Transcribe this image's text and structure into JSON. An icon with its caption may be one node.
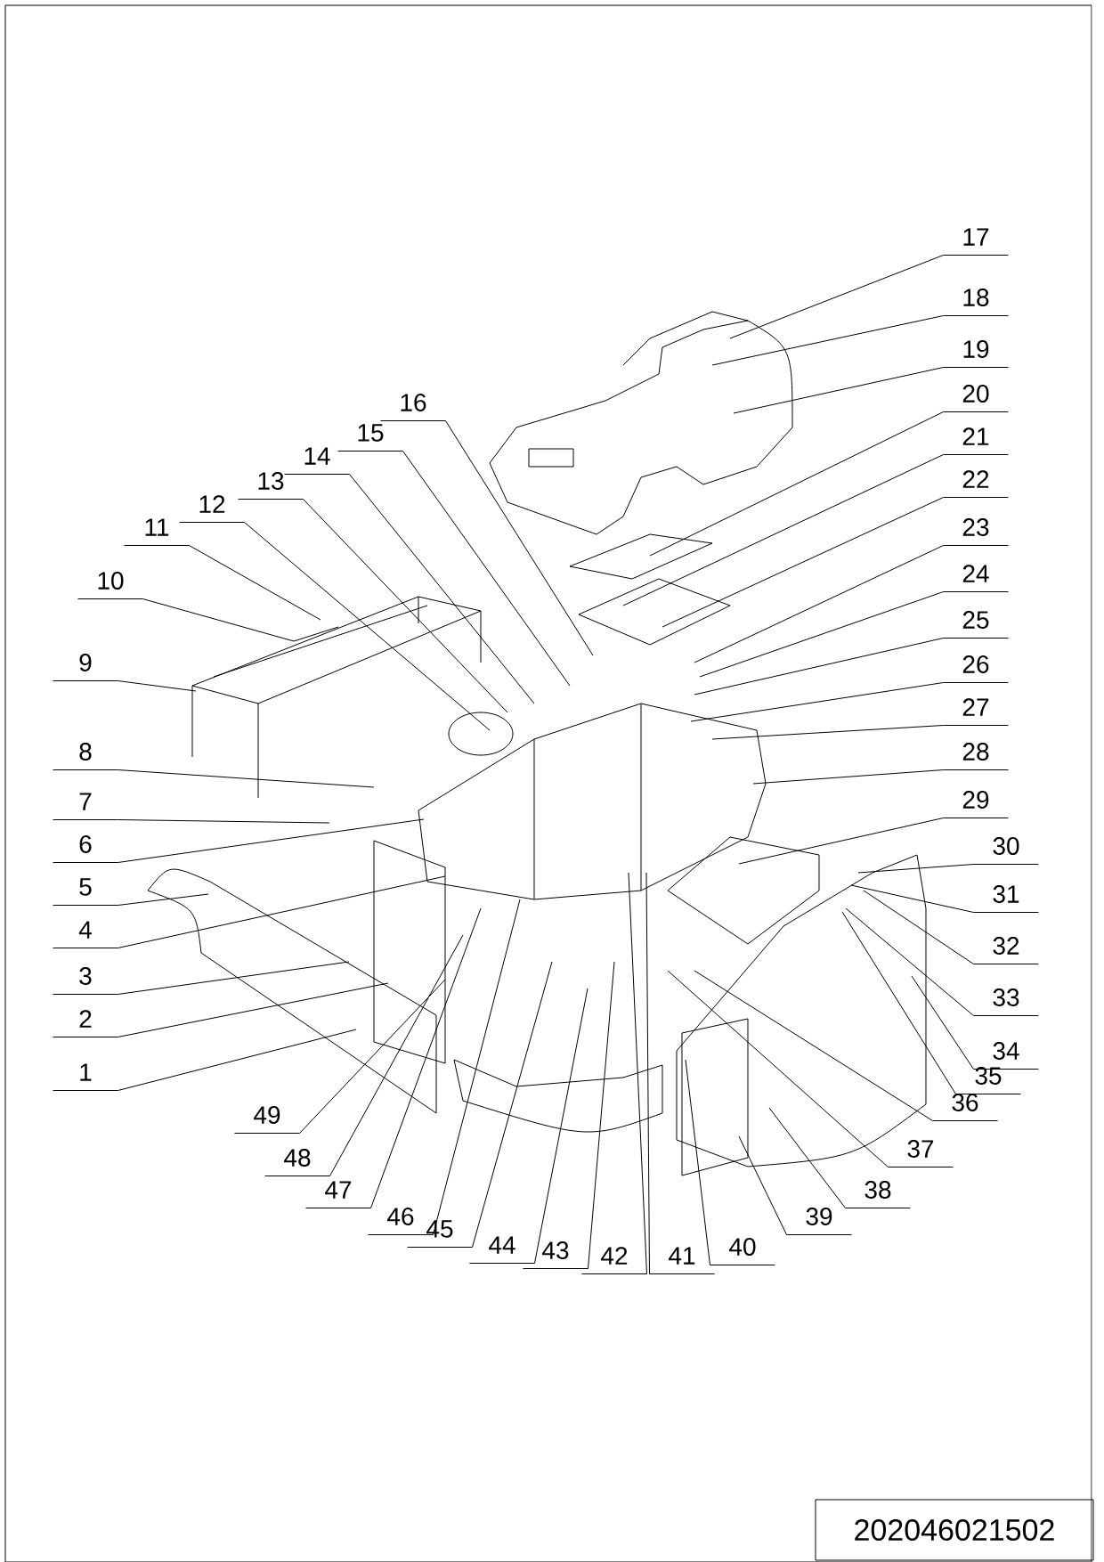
{
  "diagram": {
    "nodes": [
      {
        "text": [
          "1"
        ]
      },
      {
        "text": [
          "2"
        ]
      },
      {
        "text": [
          "3"
        ]
      },
      {
        "text": [
          "4"
        ]
      },
      {
        "text": [
          "5"
        ]
      },
      {
        "text": [
          "6"
        ]
      },
      {
        "text": [
          "7"
        ]
      },
      {
        "text": [
          "8"
        ]
      },
      {
        "text": [
          "9"
        ]
      },
      {
        "text": [
          "10"
        ]
      },
      {
        "text": [
          "11"
        ]
      },
      {
        "text": [
          "12"
        ]
      },
      {
        "text": [
          "13"
        ]
      },
      {
        "text": [
          "14"
        ]
      },
      {
        "text": [
          "15"
        ]
      },
      {
        "text": [
          "16"
        ]
      },
      {
        "text": [
          "17"
        ]
      },
      {
        "text": [
          "18"
        ]
      },
      {
        "text": [
          "19"
        ]
      },
      {
        "text": [
          "20"
        ]
      },
      {
        "text": [
          "21"
        ]
      },
      {
        "text": [
          "22"
        ]
      },
      {
        "text": [
          "23"
        ]
      },
      {
        "text": [
          "24"
        ]
      },
      {
        "text": [
          "25"
        ]
      },
      {
        "text": [
          "26"
        ]
      },
      {
        "text": [
          "27"
        ]
      },
      {
        "text": [
          "28"
        ]
      },
      {
        "text": [
          "29"
        ]
      },
      {
        "text": [
          "30"
        ]
      },
      {
        "text": [
          "31"
        ]
      },
      {
        "text": [
          "32"
        ]
      },
      {
        "text": [
          "33"
        ]
      },
      {
        "text": [
          "34"
        ]
      },
      {
        "text": [
          "35"
        ]
      },
      {
        "text": [
          "36"
        ]
      },
      {
        "text": [
          "37"
        ]
      },
      {
        "text": [
          "38"
        ]
      },
      {
        "text": [
          "39"
        ]
      },
      {
        "text": [
          "40"
        ]
      },
      {
        "text": [
          "41"
        ]
      },
      {
        "text": [
          "42"
        ]
      },
      {
        "text": [
          "43"
        ]
      },
      {
        "text": [
          "44"
        ]
      },
      {
        "text": [
          "45"
        ]
      },
      {
        "text": [
          "46"
        ]
      },
      {
        "text": [
          "47"
        ]
      },
      {
        "text": [
          "48"
        ]
      },
      {
        "text": [
          "49"
        ]
      }
    ],
    "edges": [
      {
        "from": 0,
        "to": null,
        "arrow": "none"
      },
      {
        "from": 1,
        "to": null,
        "arrow": "none"
      },
      {
        "from": 2,
        "to": null,
        "arrow": "none"
      },
      {
        "from": 3,
        "to": null,
        "arrow": "none"
      },
      {
        "from": 4,
        "to": null,
        "arrow": "none"
      },
      {
        "from": 5,
        "to": null,
        "arrow": "none"
      },
      {
        "from": 6,
        "to": null,
        "arrow": "none"
      },
      {
        "from": 7,
        "to": null,
        "arrow": "none"
      },
      {
        "from": 8,
        "to": null,
        "arrow": "none"
      },
      {
        "from": 9,
        "to": null,
        "arrow": "none"
      },
      {
        "from": 10,
        "to": null,
        "arrow": "none"
      },
      {
        "from": 11,
        "to": null,
        "arrow": "none"
      },
      {
        "from": 12,
        "to": null,
        "arrow": "none"
      },
      {
        "from": 13,
        "to": null,
        "arrow": "none"
      },
      {
        "from": 14,
        "to": null,
        "arrow": "none"
      },
      {
        "from": 15,
        "to": null,
        "arrow": "none"
      },
      {
        "from": 16,
        "to": null,
        "arrow": "none"
      },
      {
        "from": 17,
        "to": null,
        "arrow": "none"
      },
      {
        "from": 18,
        "to": null,
        "arrow": "none"
      },
      {
        "from": 19,
        "to": null,
        "arrow": "none"
      },
      {
        "from": 20,
        "to": null,
        "arrow": "none"
      },
      {
        "from": 21,
        "to": null,
        "arrow": "none"
      },
      {
        "from": 22,
        "to": null,
        "arrow": "none"
      },
      {
        "from": 23,
        "to": null,
        "arrow": "none"
      },
      {
        "from": 24,
        "to": null,
        "arrow": "none"
      },
      {
        "from": 25,
        "to": null,
        "arrow": "none"
      },
      {
        "from": 26,
        "to": null,
        "arrow": "none"
      },
      {
        "from": 27,
        "to": null,
        "arrow": "none"
      },
      {
        "from": 28,
        "to": null,
        "arrow": "none"
      },
      {
        "from": 29,
        "to": null,
        "arrow": "none"
      },
      {
        "from": 30,
        "to": null,
        "arrow": "none"
      },
      {
        "from": 31,
        "to": null,
        "arrow": "none"
      },
      {
        "from": 32,
        "to": null,
        "arrow": "none"
      },
      {
        "from": 33,
        "to": null,
        "arrow": "none"
      },
      {
        "from": 34,
        "to": null,
        "arrow": "none"
      },
      {
        "from": 35,
        "to": null,
        "arrow": "none"
      },
      {
        "from": 36,
        "to": null,
        "arrow": "none"
      },
      {
        "from": 37,
        "to": null,
        "arrow": "none"
      },
      {
        "from": 38,
        "to": null,
        "arrow": "none"
      },
      {
        "from": 39,
        "to": null,
        "arrow": "none"
      },
      {
        "from": 40,
        "to": null,
        "arrow": "none"
      },
      {
        "from": 41,
        "to": null,
        "arrow": "none"
      },
      {
        "from": 42,
        "to": null,
        "arrow": "none"
      },
      {
        "from": 43,
        "to": null,
        "arrow": "none"
      },
      {
        "from": 44,
        "to": null,
        "arrow": "none"
      },
      {
        "from": 45,
        "to": null,
        "arrow": "none"
      },
      {
        "from": 46,
        "to": null,
        "arrow": "none"
      },
      {
        "from": 47,
        "to": null,
        "arrow": "none"
      },
      {
        "from": 48,
        "to": null,
        "arrow": "none"
      }
    ],
    "labels": [
      "202046021502"
    ]
  }
}
